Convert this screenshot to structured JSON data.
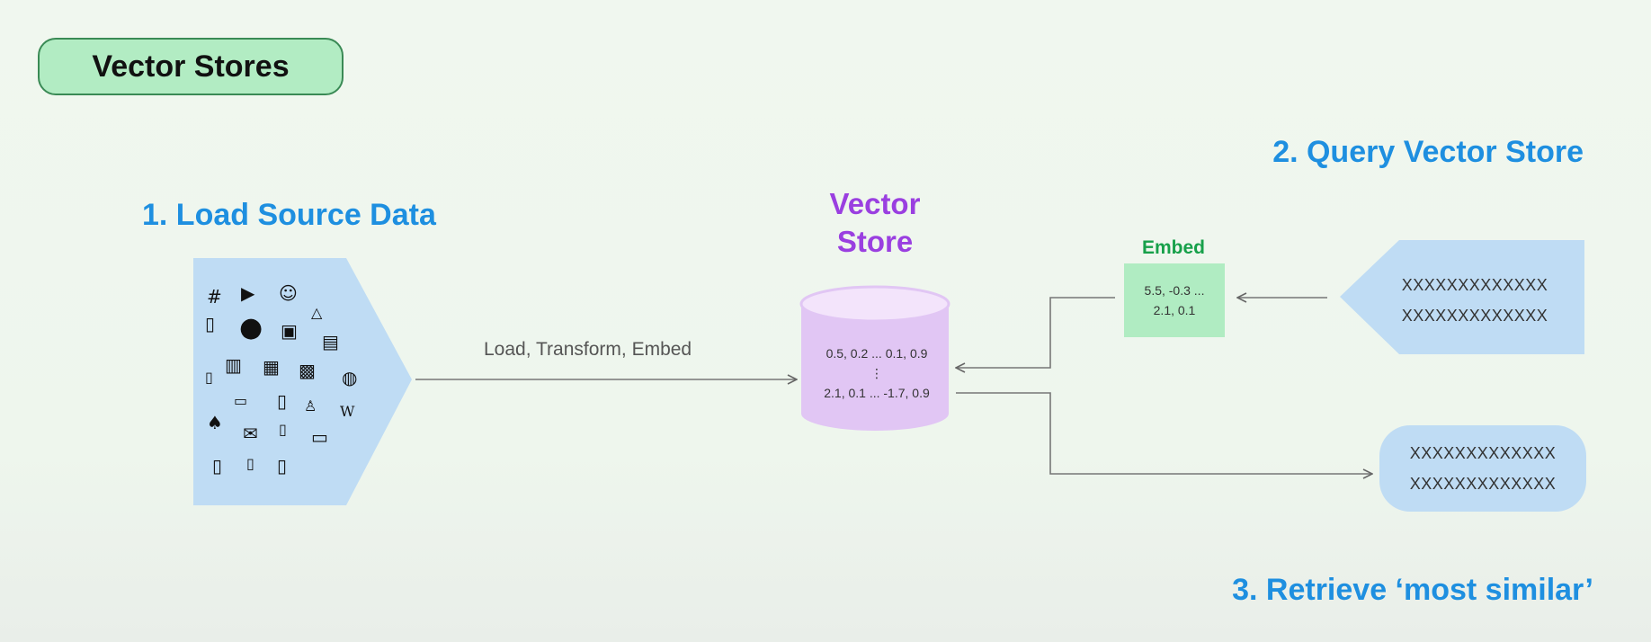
{
  "title": "Vector Stores",
  "steps": {
    "load": "1. Load Source Data",
    "query": "2. Query Vector Store",
    "retrieve": "3. Retrieve ‘most similar’"
  },
  "vector_store": {
    "title_line1": "Vector",
    "title_line2": "Store",
    "row1": "0.5, 0.2 ... 0.1, 0.9",
    "row2": "⋮",
    "row3": "2.1, 0.1 ... -1.7, 0.9"
  },
  "flow_label": "Load, Transform, Embed",
  "embed": {
    "label": "Embed",
    "line1": "5.5, -0.3 ...",
    "line2": "2.1, 0.1"
  },
  "query": {
    "line1": "XXXXXXXXXXXXX",
    "line2": "XXXXXXXXXXXXX"
  },
  "result": {
    "line1": "XXXXXXXXXXXXX",
    "line2": "XXXXXXXXXXXXX"
  },
  "source_icons": [
    "slack",
    "youtube",
    "discord",
    "document",
    "github",
    "image",
    "drive",
    "pdf",
    "document",
    "notion",
    "database",
    "json",
    "web",
    "whatsapp",
    "document",
    "person",
    "wikipedia",
    "twitter",
    "email",
    "html",
    "folder",
    "document",
    "document",
    "document"
  ],
  "colors": {
    "title_pill": "#b2ecc3",
    "step_text": "#1e8fe0",
    "vector_store_title": "#9a3fe0",
    "cylinder": "#e1c6f4",
    "embed_box": "#b0ecc2",
    "embed_label": "#17a04a",
    "source_shape": "#bfdcf4"
  }
}
